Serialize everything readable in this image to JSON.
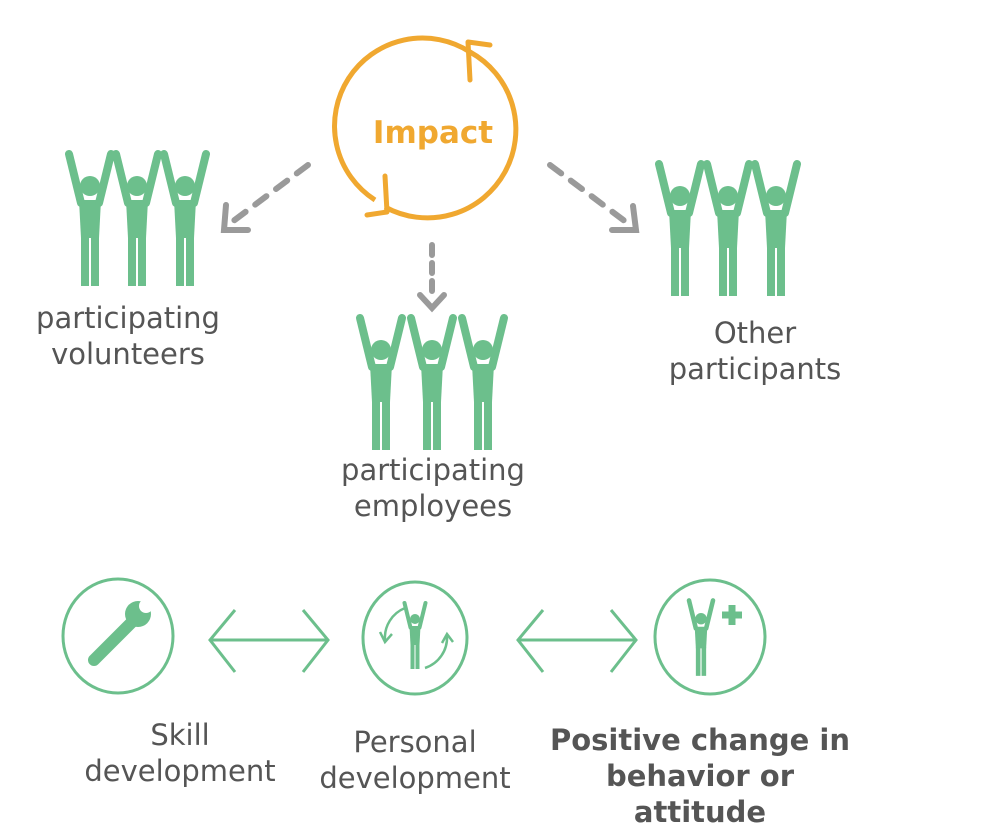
{
  "center": {
    "label": "Impact"
  },
  "groups": {
    "volunteers": [
      "participating",
      "volunteers"
    ],
    "employees": [
      "participating",
      "employees"
    ],
    "others": [
      "Other",
      "participants"
    ]
  },
  "outcomes": {
    "skill": [
      "Skill",
      "development"
    ],
    "personal": [
      "Personal",
      "development"
    ],
    "positive": [
      "Positive change in",
      "behavior or",
      "attitude"
    ]
  },
  "icons": [
    "wrench-icon",
    "person-cycle-icon",
    "person-plus-icon",
    "people-group-icon"
  ],
  "colors": {
    "green": "#6cbf8c",
    "orange": "#f0a830",
    "grey": "#9a9a9a",
    "text": "#555555"
  }
}
